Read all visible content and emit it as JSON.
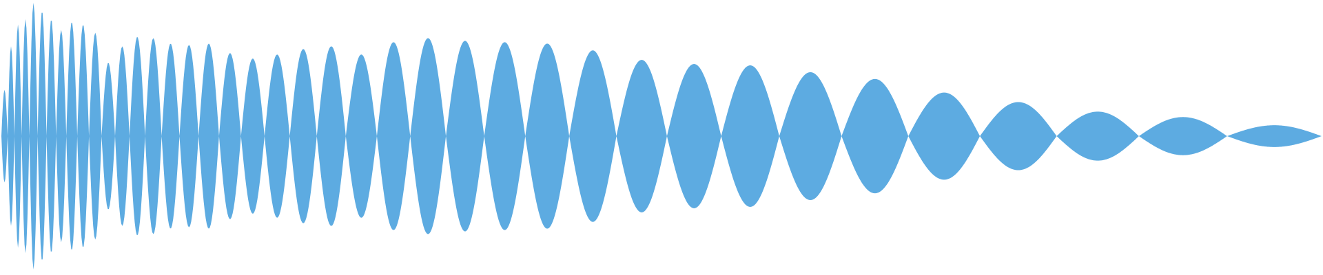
{
  "waveform": {
    "fill_color": "#5DABE1",
    "background_color": "#FFFFFF",
    "lobe_count": 40,
    "lobe_peaks": [
      0.34,
      0.66,
      0.82,
      0.86,
      0.98,
      0.92,
      0.86,
      0.78,
      0.84,
      0.82,
      0.76,
      0.54,
      0.66,
      0.73,
      0.72,
      0.68,
      0.67,
      0.68,
      0.61,
      0.57,
      0.6,
      0.64,
      0.66,
      0.6,
      0.69,
      0.72,
      0.7,
      0.69,
      0.68,
      0.63,
      0.56,
      0.53,
      0.52,
      0.47,
      0.42,
      0.32,
      0.25,
      0.18,
      0.14,
      0.08
    ]
  }
}
